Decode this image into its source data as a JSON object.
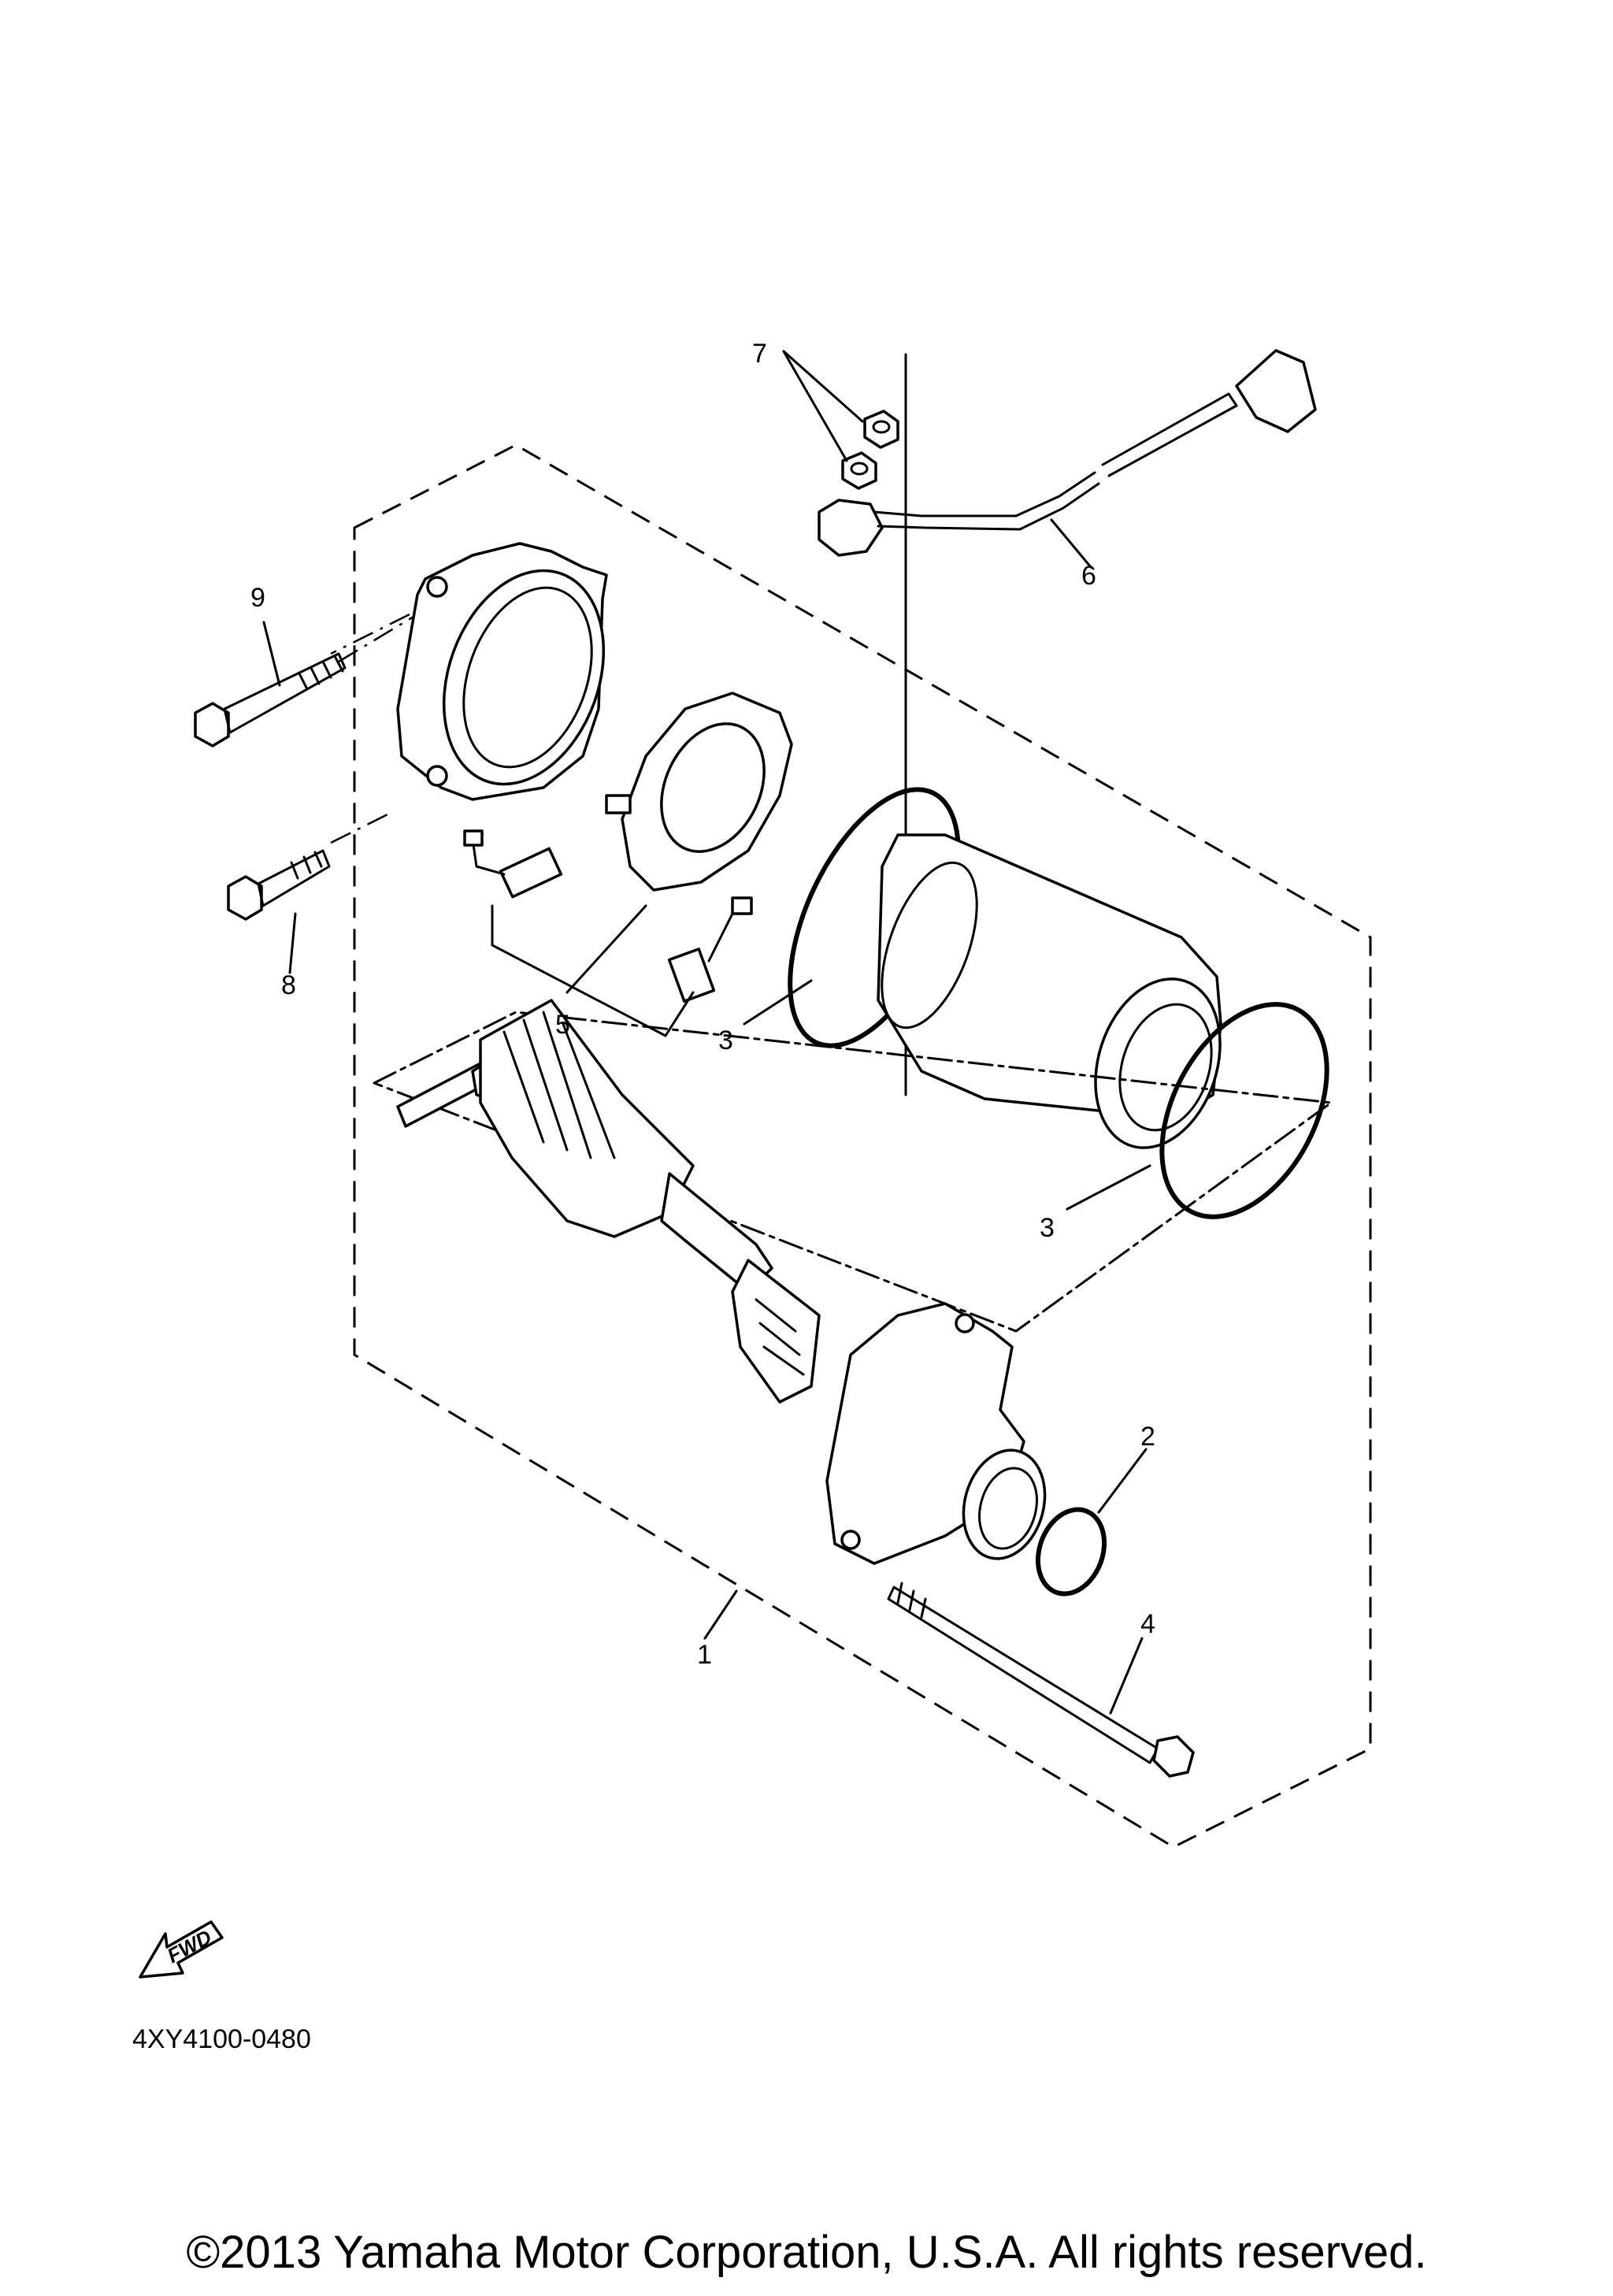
{
  "callouts": {
    "c1": "1",
    "c2": "2",
    "c3a": "3",
    "c3b": "3",
    "c4": "4",
    "c5": "5",
    "c6": "6",
    "c7": "7",
    "c8": "8",
    "c9": "9"
  },
  "fwd_label": "FWD",
  "diagram_code": "4XY4100-0480",
  "copyright": "©2013 Yamaha Motor Corporation, U.S.A. All rights reserved."
}
